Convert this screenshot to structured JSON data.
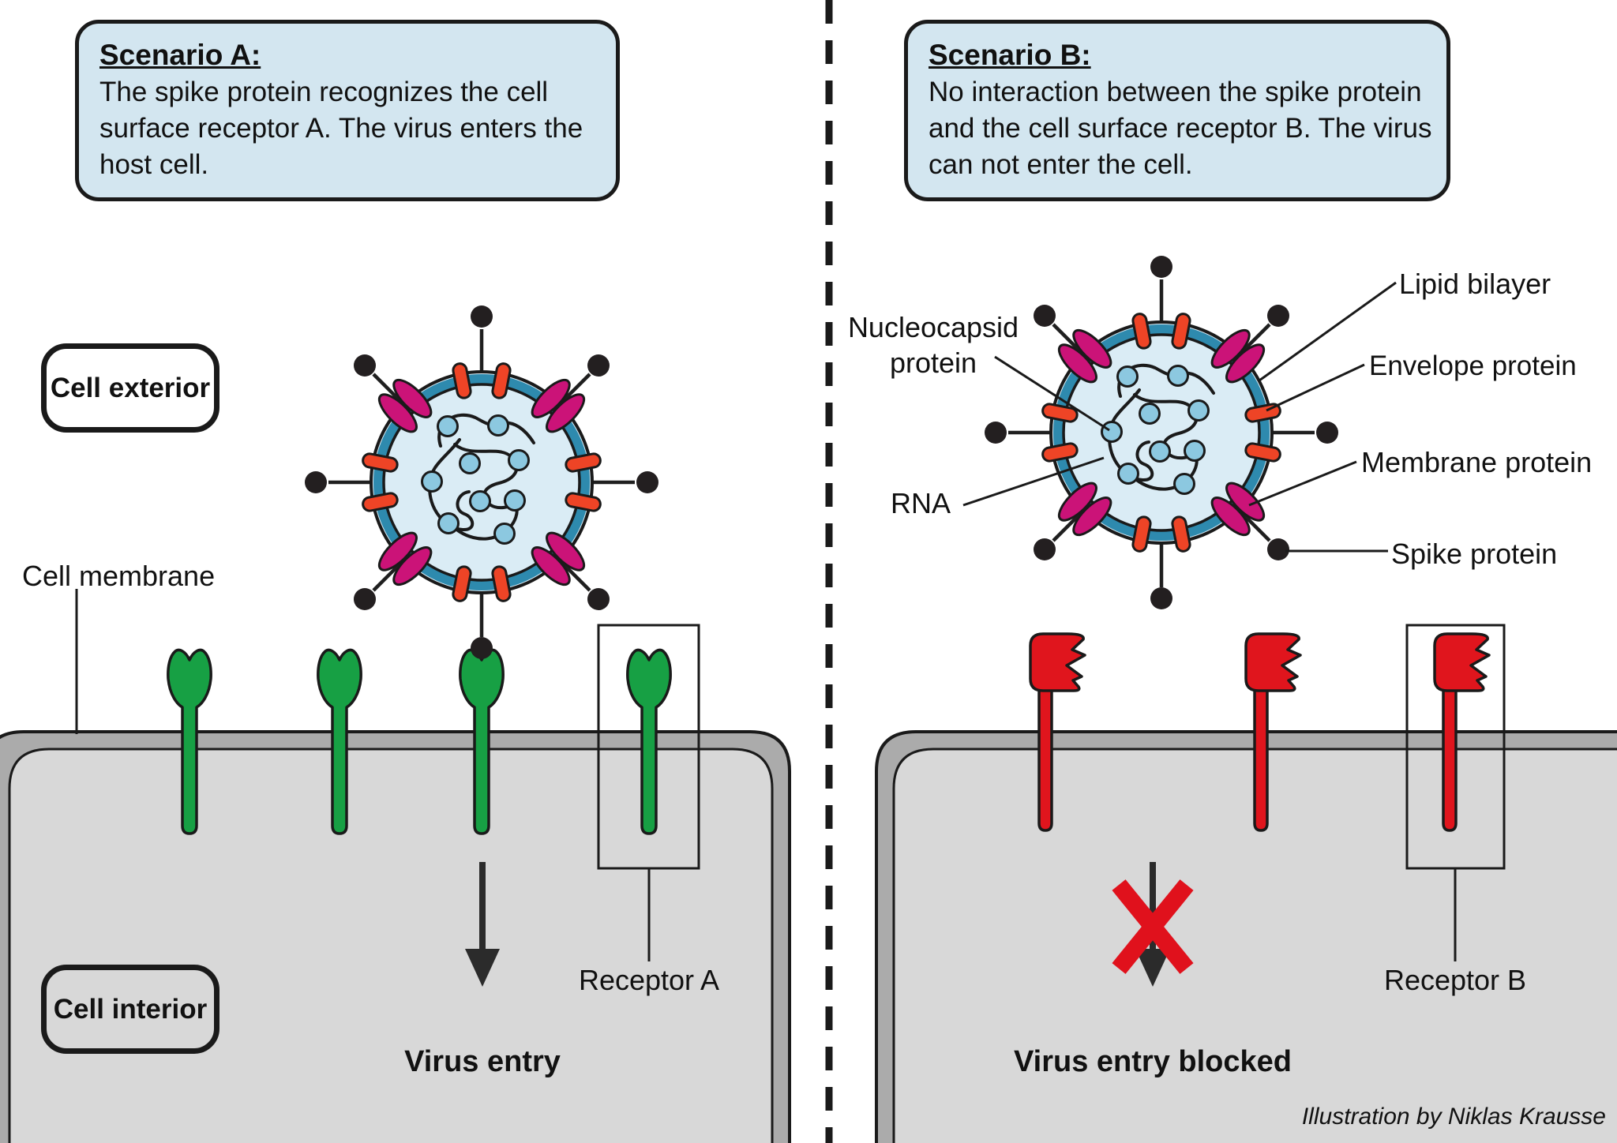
{
  "panel_a": {
    "scenario": {
      "title": "Scenario A:",
      "body": "The spike protein recognizes the cell\nsurface receptor A. The virus enters the\nhost cell."
    },
    "cell_exterior_label": "Cell exterior",
    "cell_membrane_label": "Cell membrane",
    "cell_interior_label": "Cell interior",
    "receptor_label": "Receptor A",
    "outcome_label": "Virus entry"
  },
  "panel_b": {
    "scenario": {
      "title": "Scenario B:",
      "body": "No interaction between the spike protein\nand the cell surface receptor B. The virus\ncan not enter the cell."
    },
    "virus_labels": {
      "nucleocapsid": "Nucleocapsid\nprotein",
      "rna": "RNA",
      "lipid_bilayer": "Lipid bilayer",
      "envelope_protein": "Envelope protein",
      "membrane_protein": "Membrane protein",
      "spike_protein": "Spike protein"
    },
    "receptor_label": "Receptor B",
    "outcome_label": "Virus entry blocked"
  },
  "credit": "Illustration by Niklas Krausse",
  "colors": {
    "scenario_box_fill": "#d3e6f0",
    "virus_envelope_teal": "#2e8aae",
    "virus_inner_blue": "#daecf5",
    "envelope_protein_red": "#ee4426",
    "membrane_protein_magenta": "#cb1378",
    "nucleocapsid_blue": "#8cc8e0",
    "receptor_a_green": "#17a044",
    "receptor_b_red": "#e0151d",
    "blocked_x_red": "#e0111c",
    "cell_membrane_gray": "#ababab",
    "cell_interior_gray": "#d8d8d8",
    "outline_black": "#1a1a1a"
  }
}
